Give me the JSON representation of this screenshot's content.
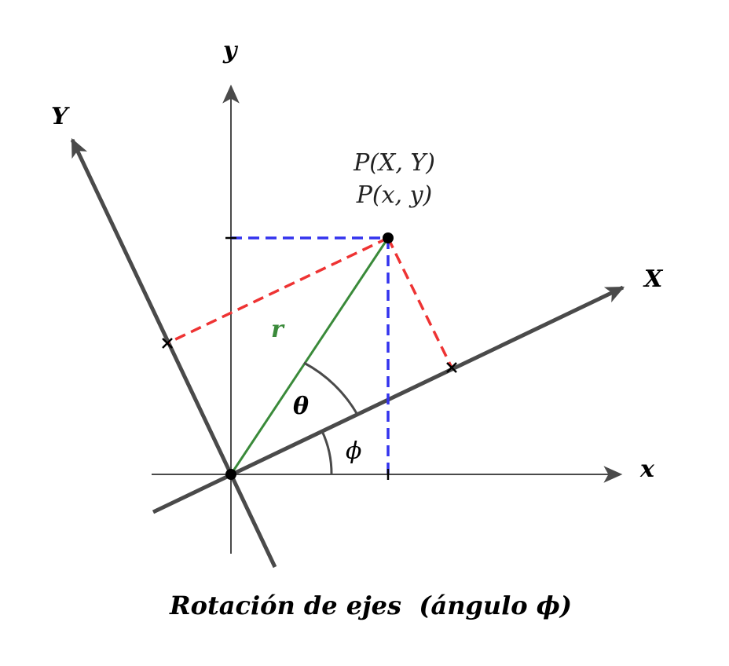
{
  "labels": {
    "y_axis": "y",
    "x_axis": "x",
    "Y_axis": "Y",
    "X_axis": "X",
    "point_rotated": "P(X, Y)",
    "point_original": "P(x, y)",
    "radius": "r",
    "theta": "θ",
    "phi": "ϕ",
    "caption": "Rotación de ejes  (ángulo ϕ)"
  },
  "colors": {
    "axes": "#4a4a4a",
    "radius_line": "#3a8a3a",
    "blue_dashed": "#3333ee",
    "red_dashed": "#ee3333",
    "point": "#000000"
  }
}
